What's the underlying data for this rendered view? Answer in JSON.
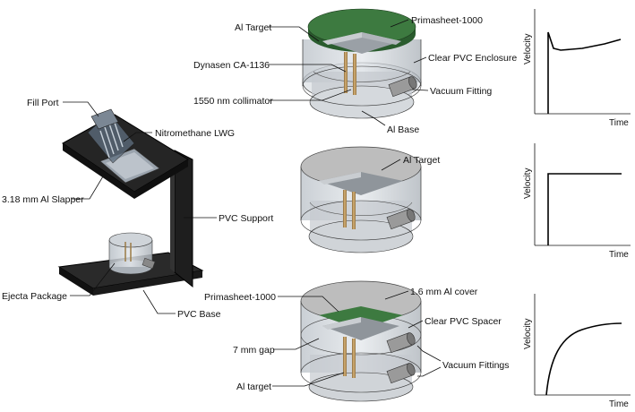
{
  "labels": {
    "fill_port": "Fill Port",
    "nitromethane": "Nitromethane LWG",
    "slapper": "3.18 mm Al Slapper",
    "pvc_support": "PVC Support",
    "ejecta_package": "Ejecta Package",
    "pvc_base": "PVC Base",
    "top_al_target": "Al Target",
    "top_dynasen": "Dynasen CA-1136",
    "top_collimator": "1550 nm collimator",
    "top_primasheet": "Primasheet-1000",
    "top_clear_pvc": "Clear PVC Enclosure",
    "top_vacuum": "Vacuum Fitting",
    "top_al_base": "Al Base",
    "mid_al_target": "Al Target",
    "bot_primasheet": "Primasheet-1000",
    "bot_gap": "7 mm gap",
    "bot_al_target": "Al target",
    "bot_cover": "1.6 mm Al cover",
    "bot_spacer": "Clear PVC Spacer",
    "bot_vacuum": "Vacuum Fittings"
  },
  "plots": [
    {
      "ylabel": "Velocity",
      "xlabel": "Time",
      "shape": "spike-then-rise"
    },
    {
      "ylabel": "Velocity",
      "xlabel": "Time",
      "shape": "step"
    },
    {
      "ylabel": "Velocity",
      "xlabel": "Time",
      "shape": "gradual-rise"
    }
  ],
  "colors": {
    "primasheet": "#2f6b34",
    "clear_pvc": "#c9cfd6",
    "aluminum": "#bdbdbd",
    "pvc_dark": "#1e1e1e"
  }
}
